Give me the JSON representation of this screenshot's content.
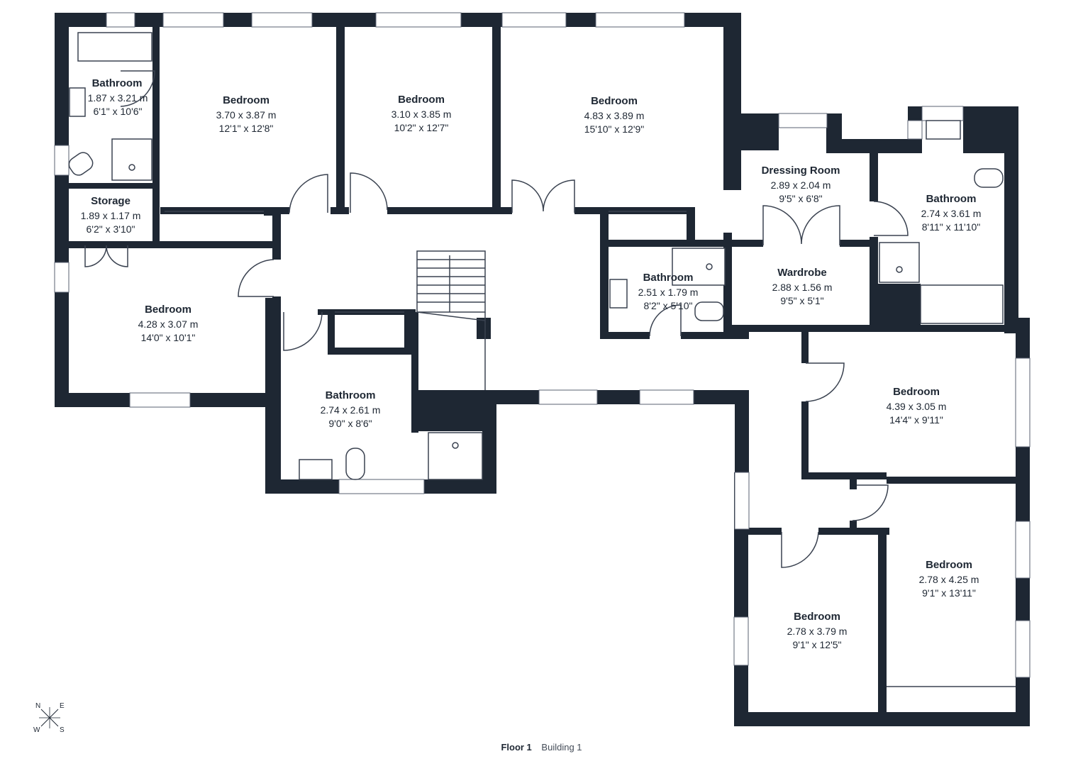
{
  "rooms": [
    {
      "id": "bathroom-nw",
      "name": "Bathroom",
      "metric": "1.87 x 3.21 m",
      "imperial": "6'1\" x 10'6\""
    },
    {
      "id": "bedroom-1",
      "name": "Bedroom",
      "metric": "3.70 x 3.87 m",
      "imperial": "12'1\" x 12'8\""
    },
    {
      "id": "bedroom-2",
      "name": "Bedroom",
      "metric": "3.10 x 3.85 m",
      "imperial": "10'2\" x 12'7\""
    },
    {
      "id": "bedroom-3",
      "name": "Bedroom",
      "metric": "4.83 x 3.89 m",
      "imperial": "15'10\" x 12'9\""
    },
    {
      "id": "dressing-room",
      "name": "Dressing Room",
      "metric": "2.89 x 2.04 m",
      "imperial": "9'5\" x 6'8\""
    },
    {
      "id": "bathroom-ne",
      "name": "Bathroom",
      "metric": "2.74 x 3.61 m",
      "imperial": "8'11\" x 11'10\""
    },
    {
      "id": "storage",
      "name": "Storage",
      "metric": "1.89 x 1.17 m",
      "imperial": "6'2\" x 3'10\""
    },
    {
      "id": "bathroom-mid",
      "name": "Bathroom",
      "metric": "2.51 x 1.79 m",
      "imperial": "8'2\" x 5'10\""
    },
    {
      "id": "wardrobe",
      "name": "Wardrobe",
      "metric": "2.88 x 1.56 m",
      "imperial": "9'5\" x 5'1\""
    },
    {
      "id": "bedroom-4",
      "name": "Bedroom",
      "metric": "4.28 x 3.07 m",
      "imperial": "14'0\" x 10'1\""
    },
    {
      "id": "bedroom-5",
      "name": "Bedroom",
      "metric": "4.39 x 3.05 m",
      "imperial": "14'4\" x 9'11\""
    },
    {
      "id": "bathroom-s",
      "name": "Bathroom",
      "metric": "2.74 x 2.61 m",
      "imperial": "9'0\" x 8'6\""
    },
    {
      "id": "bedroom-6",
      "name": "Bedroom",
      "metric": "2.78 x 4.25 m",
      "imperial": "9'1\" x 13'11\""
    },
    {
      "id": "bedroom-7",
      "name": "Bedroom",
      "metric": "2.78 x 3.79 m",
      "imperial": "9'1\" x 12'5\""
    }
  ],
  "compass": {
    "n": "N",
    "e": "E",
    "s": "S",
    "w": "W"
  },
  "footer": {
    "floor": "Floor 1",
    "building": "Building 1"
  },
  "colors": {
    "wall": "#1e2733",
    "background": "#ffffff"
  }
}
